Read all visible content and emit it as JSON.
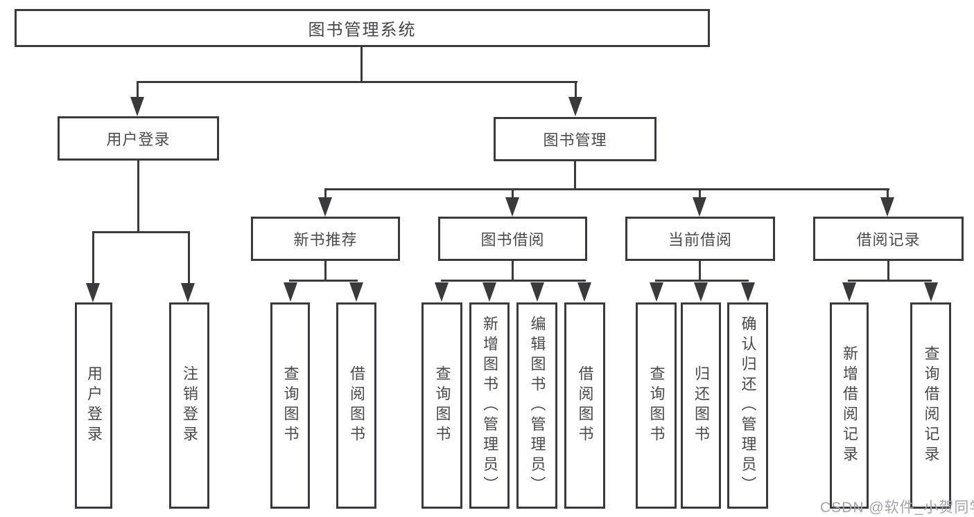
{
  "diagram": {
    "root": "图书管理系统",
    "branches": [
      {
        "label": "用户登录",
        "children": [
          "用户登录",
          "注销登录"
        ]
      },
      {
        "label": "图书管理",
        "sections": [
          {
            "label": "新书推荐",
            "children": [
              "查询图书",
              "借阅图书"
            ]
          },
          {
            "label": "图书借阅",
            "children": [
              "查询图书",
              "新增图书（管理员）",
              "编辑图书（管理员）",
              "借阅图书"
            ]
          },
          {
            "label": "当前借阅",
            "children": [
              "查询图书",
              "归还图书",
              "确认归还（管理员）"
            ]
          },
          {
            "label": "借阅记录",
            "children": [
              "新增借阅记录",
              "查询借阅记录"
            ]
          }
        ]
      }
    ]
  },
  "watermark": "CSDN @软件_小贺同学",
  "colors": {
    "line": "#3a3a3c",
    "text": "#4a4a4a",
    "watermark": "#a3a3ab",
    "background": "#ffffff"
  }
}
